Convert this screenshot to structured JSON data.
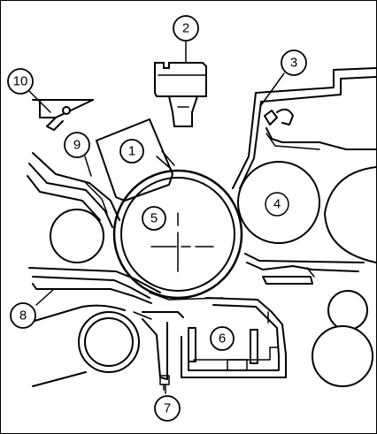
{
  "labels": {
    "l1": "1",
    "l2": "2",
    "l3": "3",
    "l4": "4",
    "l5": "5",
    "l6": "6",
    "l7": "7",
    "l8": "8",
    "l9": "9",
    "l10": "10"
  },
  "colors": {
    "ink": "#000000",
    "paper": "#ffffff"
  }
}
